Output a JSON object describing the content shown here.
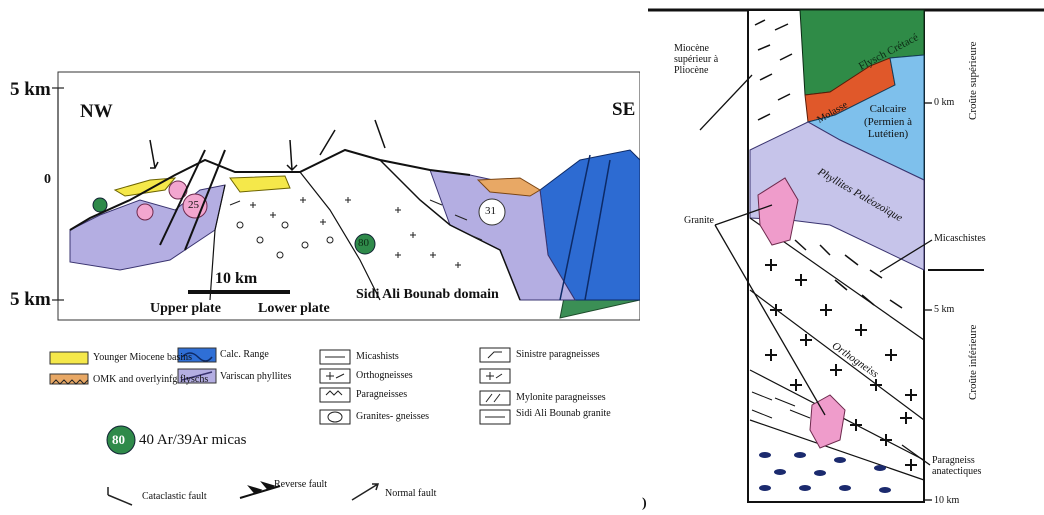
{
  "left": {
    "axis": {
      "top": "5 km",
      "zero": "0",
      "bottom": "5 km"
    },
    "orient": {
      "nw": "NW",
      "se": "SE"
    },
    "scalebar": "10 km",
    "plates": {
      "upper": "Upper plate",
      "lower": "Lower plate"
    },
    "domain": "Sidi Ali Bounab domain",
    "ages": {
      "a": "25",
      "b": "31",
      "c": "80"
    },
    "legend": {
      "col1": [
        {
          "label": "Younger Miocene basins",
          "color": "#f5e84a"
        },
        {
          "label": "OMK and overlyinfg flyschs",
          "color": "#e8a865"
        }
      ],
      "col2": [
        {
          "label": "Calc. Range",
          "color": "#2f6fd6"
        },
        {
          "label": "Variscan phyllites",
          "color": "#b4aee2"
        }
      ],
      "col3": [
        "Micashists",
        "Orthogneisses",
        "Paragneisses",
        "Granites- gneisses"
      ],
      "col4": [
        "Sinistre paragneisses",
        "Mylonite paragneisses",
        "Sidi Ali Bounab granite"
      ],
      "argon_value": "80",
      "argon_label": "40 Ar/39Ar micas",
      "faults": [
        "Cataclastic fault",
        "Reverse fault",
        "Normal fault"
      ]
    }
  },
  "right": {
    "scale": {
      "top": "0 km",
      "mid": "5 km",
      "bottom": "10 km"
    },
    "crust_upper": "Croûte supérieure",
    "crust_lower": "Croûte inférieure",
    "units": {
      "miocene": "Miocène supérieur à Pliocène",
      "flysch": "Flysch Crétacé",
      "molasse": "Molasse",
      "calcaire": "Calcaire (Permien à Lutétien)",
      "phyllites": "Phyllites Paléozoïque",
      "granite": "Granite",
      "micaschistes": "Micaschistes",
      "orthogneiss": "Orthogneiss",
      "paragneiss": "Paragneiss anatectiques"
    },
    "corner": ")"
  }
}
